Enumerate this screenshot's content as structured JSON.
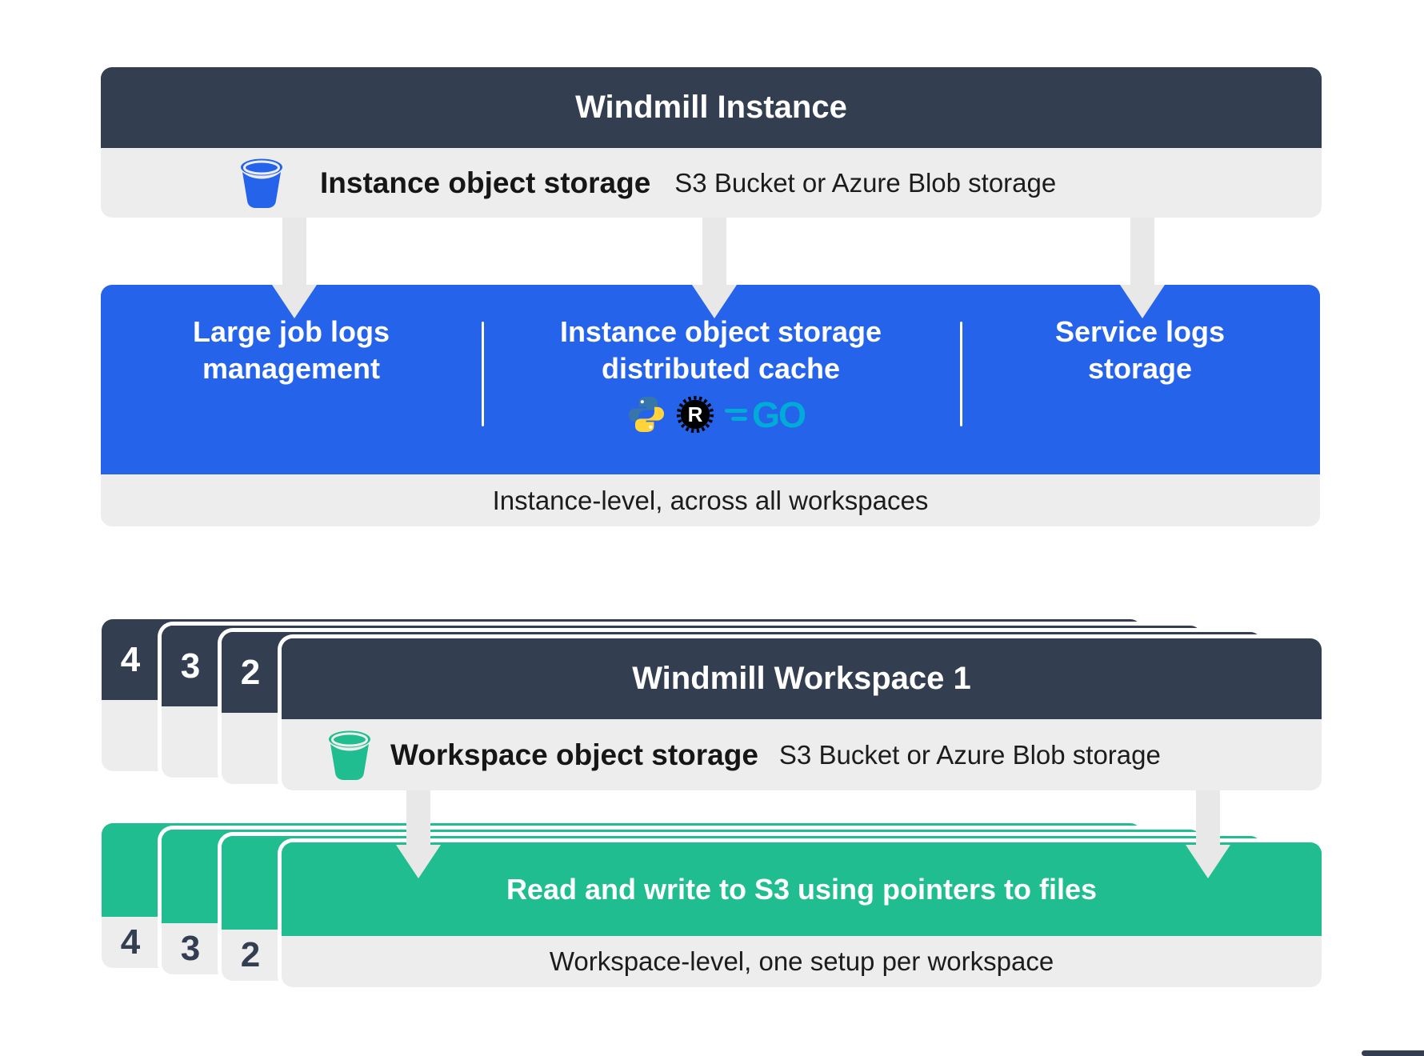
{
  "instance": {
    "title": "Windmill Instance",
    "storage": {
      "icon": "bucket-icon",
      "label": "Instance object storage",
      "detail": "S3 Bucket or Azure Blob storage"
    },
    "features": [
      {
        "lines": [
          "Large job logs",
          "management"
        ]
      },
      {
        "lines": [
          "Instance object storage",
          "distributed cache"
        ],
        "languages": [
          "python",
          "rust",
          "go"
        ]
      },
      {
        "lines": [
          "Service logs",
          "storage"
        ]
      }
    ],
    "footer": "Instance-level, across all workspaces"
  },
  "workspace": {
    "stack_labels": [
      "4",
      "3",
      "2"
    ],
    "title": "Windmill Workspace 1",
    "storage": {
      "icon": "bucket-icon",
      "label": "Workspace object storage",
      "detail": "S3 Bucket or Azure Blob storage"
    },
    "result": {
      "stack_labels": [
        "4",
        "3",
        "2"
      ],
      "title": "Read and write to S3 using pointers to files",
      "footer": "Workspace-level, one setup per workspace"
    }
  },
  "logos": {
    "rust_letter": "R",
    "go_label": "GO"
  },
  "colors": {
    "navy": "#333E51",
    "blue": "#2563EB",
    "green": "#1FBD8F",
    "panel_gray": "#EDEDED",
    "arrow_gray": "#E8E8E8",
    "python_blue": "#3776AB",
    "python_yellow": "#FFD43B",
    "rust_black": "#000000",
    "go_teal": "#00ACD7"
  }
}
